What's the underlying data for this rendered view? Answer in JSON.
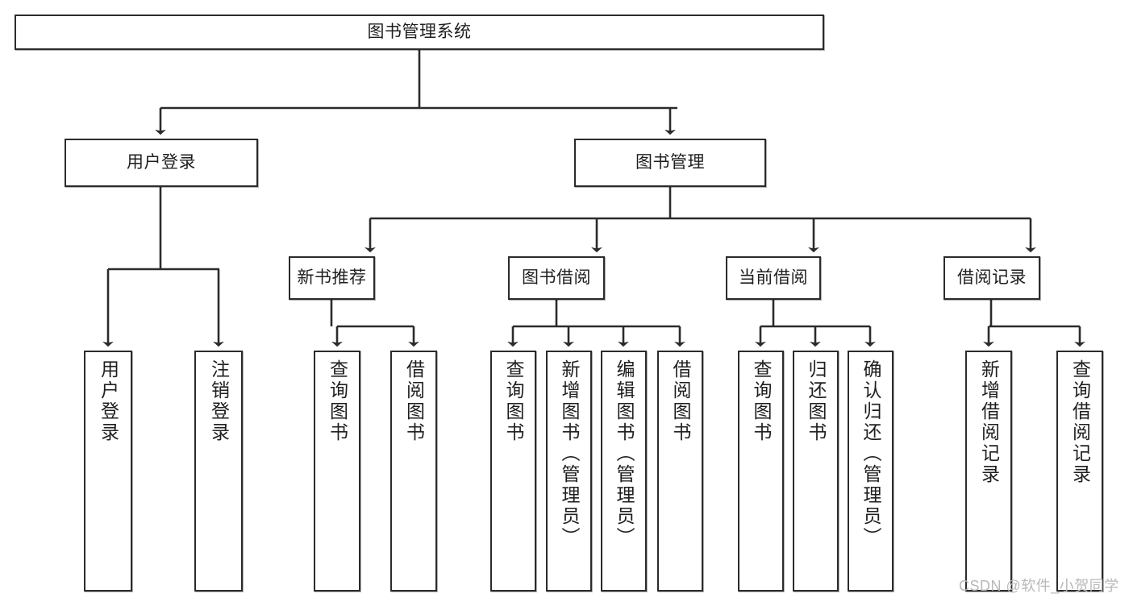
{
  "diagram": {
    "title": "图书管理系统",
    "type": "tree-hierarchy-chart",
    "root": {
      "id": "root",
      "label": "图书管理系统",
      "orientation": "horizontal"
    },
    "level2": [
      {
        "id": "user-login",
        "label": "用户登录",
        "orientation": "horizontal"
      },
      {
        "id": "book-manage",
        "label": "图书管理",
        "orientation": "horizontal"
      }
    ],
    "level3": [
      {
        "id": "new-book-recommend",
        "label": "新书推荐",
        "orientation": "horizontal",
        "parent": "book-manage"
      },
      {
        "id": "book-borrow",
        "label": "图书借阅",
        "orientation": "horizontal",
        "parent": "book-manage"
      },
      {
        "id": "current-borrow",
        "label": "当前借阅",
        "orientation": "horizontal",
        "parent": "book-manage"
      },
      {
        "id": "borrow-record",
        "label": "借阅记录",
        "orientation": "horizontal",
        "parent": "book-manage"
      }
    ],
    "leaves": [
      {
        "id": "leaf-user-login",
        "label": "用户登录",
        "parent": "user-login"
      },
      {
        "id": "leaf-user-logout",
        "label": "注销登录",
        "parent": "user-login"
      },
      {
        "id": "leaf-query-book-1",
        "label": "查询图书",
        "parent": "new-book-recommend"
      },
      {
        "id": "leaf-borrow-book-1",
        "label": "借阅图书",
        "parent": "new-book-recommend"
      },
      {
        "id": "leaf-query-book-2",
        "label": "查询图书",
        "parent": "book-borrow"
      },
      {
        "id": "leaf-add-book",
        "label": "新增图书（管理员）",
        "parent": "book-borrow"
      },
      {
        "id": "leaf-edit-book",
        "label": "编辑图书（管理员）",
        "parent": "book-borrow"
      },
      {
        "id": "leaf-borrow-book-2",
        "label": "借阅图书",
        "parent": "book-borrow"
      },
      {
        "id": "leaf-query-book-3",
        "label": "查询图书",
        "parent": "current-borrow"
      },
      {
        "id": "leaf-return-book",
        "label": "归还图书",
        "parent": "current-borrow"
      },
      {
        "id": "leaf-confirm-return",
        "label": "确认归还（管理员）",
        "parent": "current-borrow"
      },
      {
        "id": "leaf-add-record",
        "label": "新增借阅记录",
        "parent": "borrow-record"
      },
      {
        "id": "leaf-query-record",
        "label": "查询借阅记录",
        "parent": "borrow-record"
      }
    ],
    "watermark": "CSDN @软件_小贺同学",
    "colors": {
      "stroke": "#2b2b2b",
      "text": "#1f1f1f",
      "background": "#ffffff",
      "watermark": "#b9b9b9"
    }
  }
}
